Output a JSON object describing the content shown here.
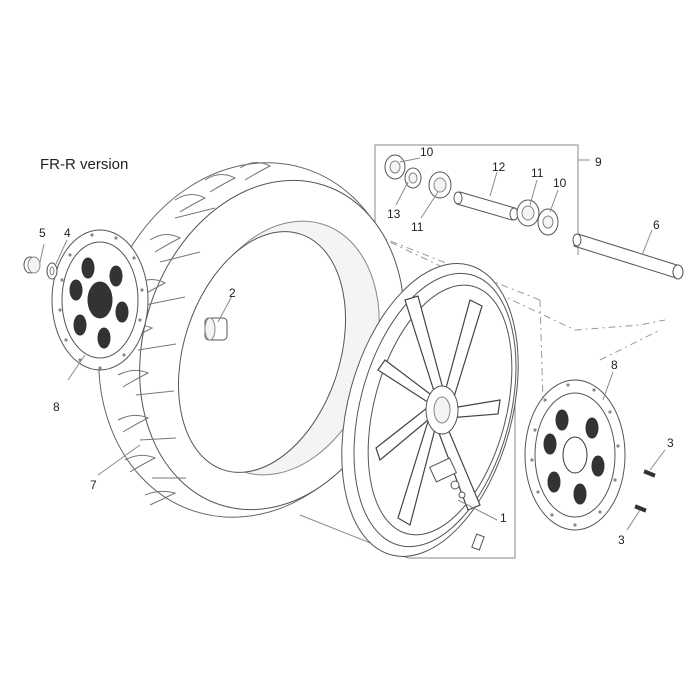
{
  "title": "FR-R version",
  "callouts": {
    "c1": "1",
    "c2": "2",
    "c3a": "3",
    "c3b": "3",
    "c4": "4",
    "c5": "5",
    "c6": "6",
    "c7": "7",
    "c8a": "8",
    "c8b": "8",
    "c9": "9",
    "c10a": "10",
    "c10b": "10",
    "c11a": "11",
    "c11b": "11",
    "c12": "12",
    "c13": "13"
  }
}
